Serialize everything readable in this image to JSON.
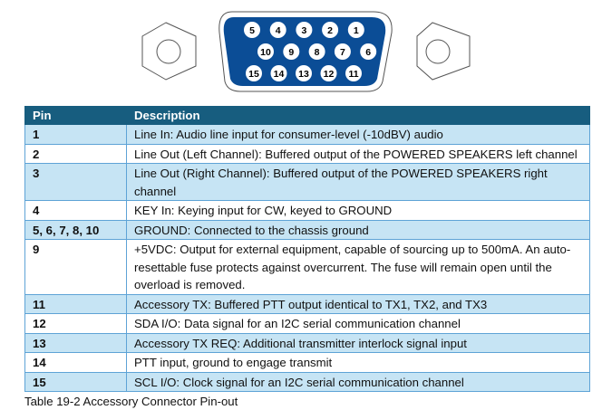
{
  "connector": {
    "pins_top": [
      "5",
      "4",
      "3",
      "2",
      "1"
    ],
    "pins_middle": [
      "10",
      "9",
      "8",
      "7",
      "6"
    ],
    "pins_bottom": [
      "15",
      "14",
      "13",
      "12",
      "11"
    ],
    "shell_color": "#0b4d96"
  },
  "table": {
    "headers": {
      "pin": "Pin",
      "description": "Description"
    },
    "rows": [
      {
        "pin": "1",
        "description": "Line In: Audio line input for consumer-level (-10dBV) audio"
      },
      {
        "pin": "2",
        "description": "Line Out (Left Channel): Buffered output of the POWERED SPEAKERS left channel"
      },
      {
        "pin": "3",
        "description": "Line Out (Right Channel): Buffered output of the POWERED SPEAKERS right channel"
      },
      {
        "pin": "4",
        "description": "KEY In: Keying input for CW, keyed to GROUND"
      },
      {
        "pin": "5, 6, 7, 8, 10",
        "description": "GROUND: Connected to the chassis ground"
      },
      {
        "pin": "9",
        "description": "+5VDC: Output for external equipment, capable of sourcing up to 500mA. An auto-resettable fuse protects against overcurrent. The fuse will remain open until the overload is removed."
      },
      {
        "pin": "11",
        "description": "Accessory TX: Buffered PTT output identical to TX1, TX2, and TX3"
      },
      {
        "pin": "12",
        "description": "SDA I/O: Data signal for an I2C serial communication channel"
      },
      {
        "pin": "13",
        "description": "Accessory TX REQ: Additional transmitter interlock signal input"
      },
      {
        "pin": "14",
        "description": "PTT input, ground to engage transmit"
      },
      {
        "pin": "15",
        "description": "SCL I/O: Clock signal for an I2C serial communication channel"
      }
    ]
  },
  "caption": "Table 19-2 Accessory Connector Pin-out"
}
